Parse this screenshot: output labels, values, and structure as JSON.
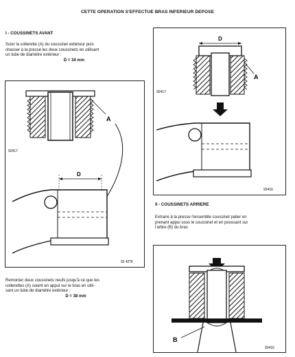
{
  "title": "CETTE OPERATION S'EFFECTUE BRAS INFERIEUR DEPOSE",
  "section1": {
    "heading": "I  -  COUSSINETS AVANT",
    "para_lines": [
      "Scier la collerette (A) du coussinet extérieur puis",
      "chasser à la presse les deux coussinets en utilisant",
      "un tube de diamètre extérieur :"
    ],
    "dimension": "D = 34 mm"
  },
  "section2": {
    "para_lines": [
      "Remonter deux coussinets neufs jusqu'à ce que les",
      "collerettes (A) soient en appui sur le bras en utili-",
      "sant un tube de diamètre extérieur :"
    ],
    "dimension": "D = 38 mm"
  },
  "section3": {
    "heading": "II  -  COUSSINETS ARRIERE",
    "para_lines": [
      "Extraire à la presse l'ensemble coussinet palier en",
      "prenant appui sous le coussinet et en poussant sur",
      "l'arbre (B) du bras"
    ]
  },
  "figures": {
    "fig_left": {
      "code_top": "92417",
      "code_bottom": "92 42*8",
      "label_a": "A",
      "label_d": "D"
    },
    "fig_right_top": {
      "code_left": "92417",
      "code_right": "92416",
      "label_a": "A",
      "label_d": "D"
    },
    "fig_right_bottom": {
      "code": "92416",
      "label_b": "B"
    }
  }
}
